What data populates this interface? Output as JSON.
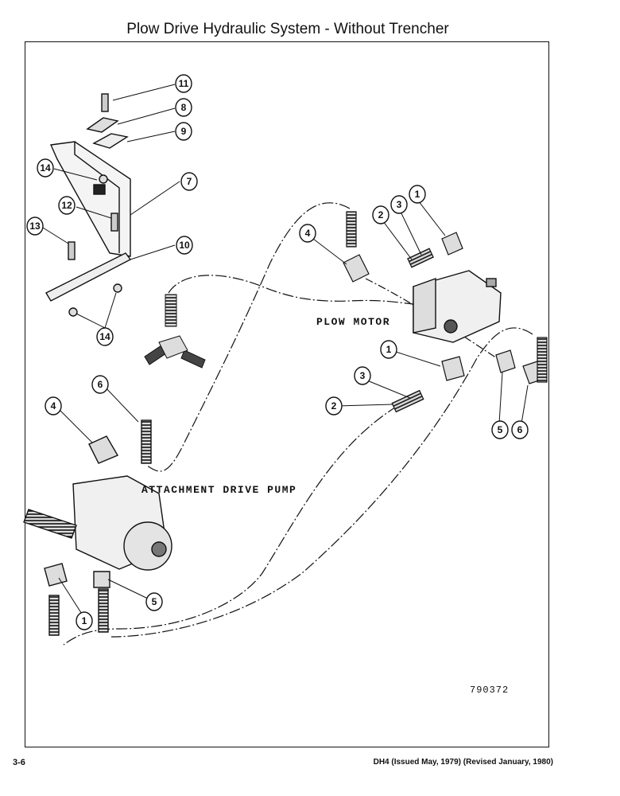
{
  "title": "Plow Drive Hydraulic System - Without Trencher",
  "labels": {
    "plow_motor": "PLOW MOTOR",
    "attachment_pump": "ATTACHMENT DRIVE PUMP"
  },
  "figure_number": "790372",
  "footer": {
    "page": "3-6",
    "document": "DH4 (Issued May, 1979) (Revised January, 1980)"
  },
  "callouts": [
    "11",
    "8",
    "9",
    "14",
    "7",
    "12",
    "13",
    "10",
    "14",
    "4",
    "2",
    "3",
    "1",
    "1",
    "3",
    "2",
    "5",
    "6",
    "6",
    "4",
    "5",
    "1"
  ]
}
